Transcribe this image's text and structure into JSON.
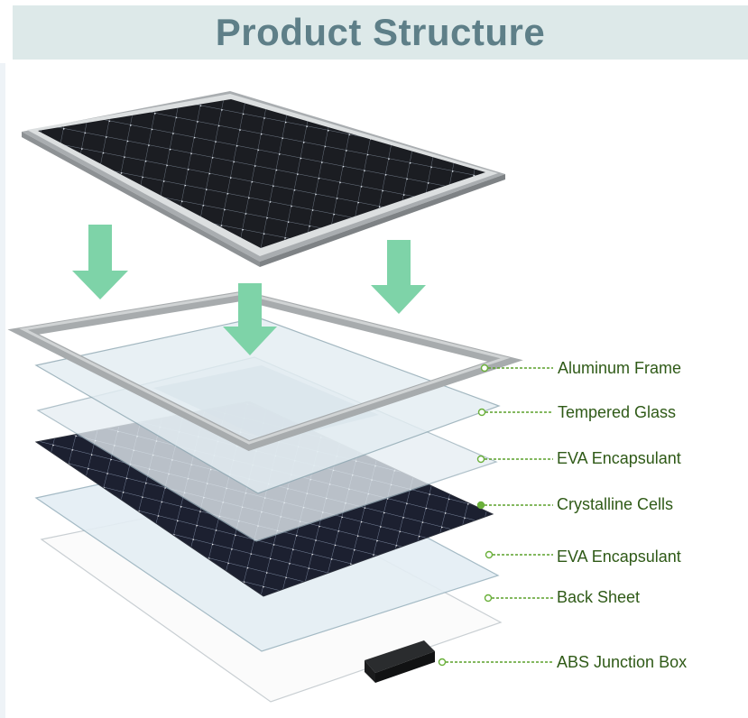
{
  "title": "Product Structure",
  "colors": {
    "arrow": "#7ed3a8",
    "label_text": "#2f5a17",
    "leader_line": "#5aa02a",
    "banner_bg": "#dde9e9",
    "title_text": "#5e7f88"
  },
  "layers": [
    {
      "name": "Aluminum Frame"
    },
    {
      "name": "Tempered Glass"
    },
    {
      "name": "EVA Encapsulant"
    },
    {
      "name": "Crystalline Cells"
    },
    {
      "name": "EVA Encapsulant"
    },
    {
      "name": "Back Sheet"
    },
    {
      "name": "ABS Junction Box"
    }
  ]
}
